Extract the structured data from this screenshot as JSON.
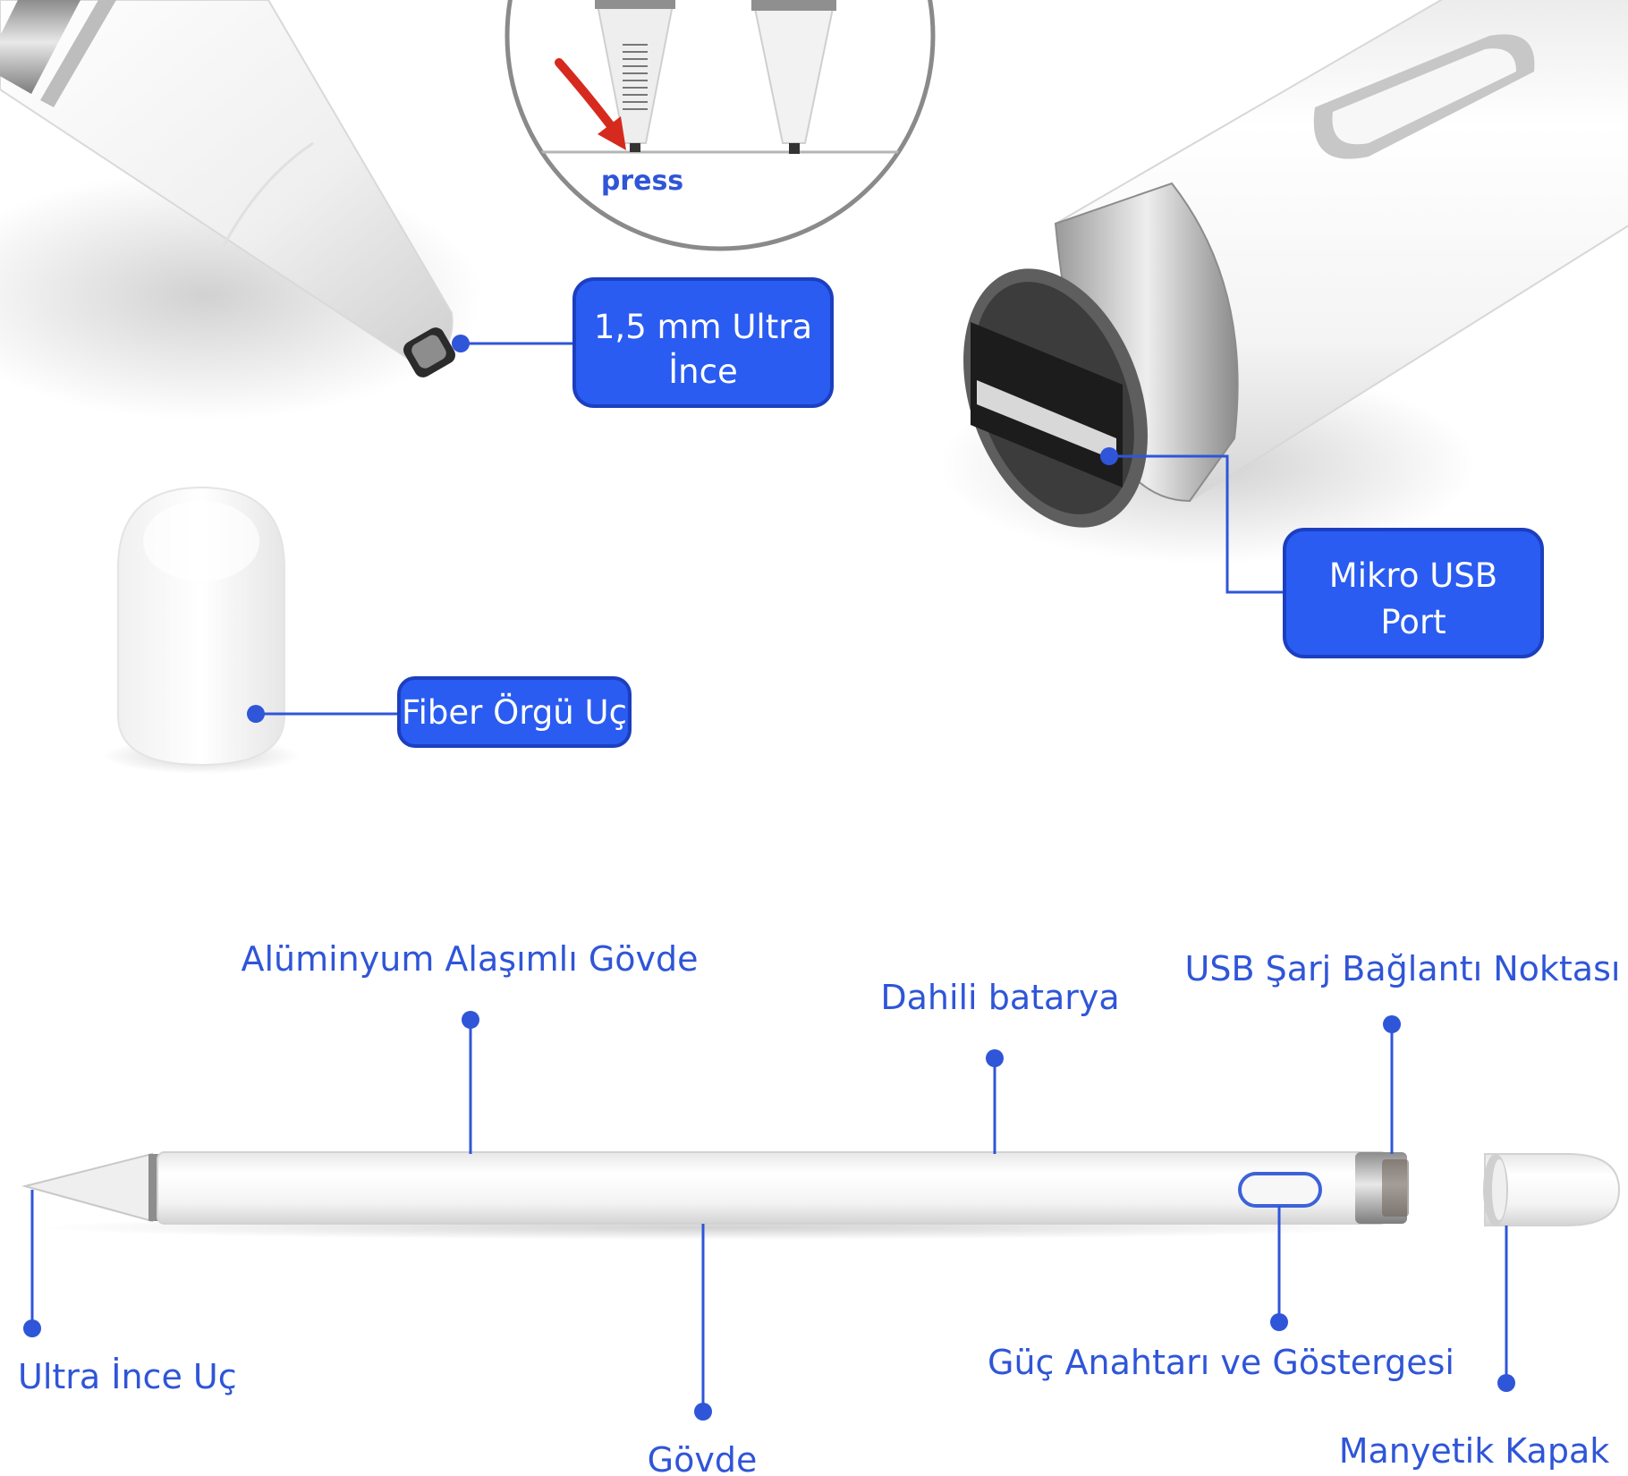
{
  "inset": {
    "press_label": "press"
  },
  "callouts": {
    "tip_line1": "1,5 mm Ultra",
    "tip_line2": "İnce",
    "usb_line1": "Mikro USB",
    "usb_line2": "Port",
    "fiber": "Fiber Örgü Uç"
  },
  "labels": {
    "aluminum_body": "Alüminyum Alaşımlı Gövde",
    "battery": "Dahili batarya",
    "usb_charge": "USB Şarj Bağlantı Noktası",
    "ultra_tip": "Ultra İnce Uç",
    "body": "Gövde",
    "power_switch": "Güç Anahtarı ve Göstergesi",
    "magnetic_cap": "Manyetik Kapak"
  },
  "colors": {
    "accent": "#2f55d8",
    "callout_fill": "#2a5cf2",
    "callout_border": "#1c3fc0"
  }
}
